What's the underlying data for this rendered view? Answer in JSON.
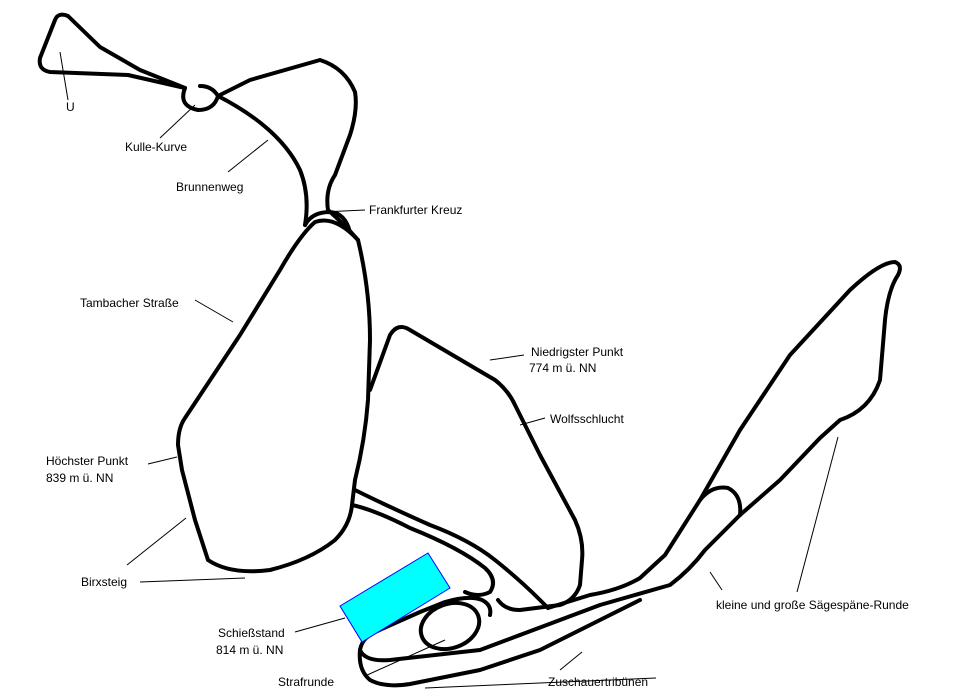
{
  "labels": {
    "u": "U",
    "kulle_kurve": "Kulle-Kurve",
    "brunnenweg": "Brunnenweg",
    "frankfurter_kreuz": "Frankfurter Kreuz",
    "tambacher_strasse": "Tambacher Straße",
    "niedrigster_punkt_title": "Niedrigster Punkt",
    "niedrigster_punkt_height": "774 m ü. NN",
    "wolfsschlucht": "Wolfsschlucht",
    "hoechster_punkt_title": "Höchster Punkt",
    "hoechster_punkt_height": "839 m ü. NN",
    "birxsteig": "Birxsteig",
    "saegespaene_runde": "kleine und große Sägespäne-Runde",
    "schiessstand_title": "Schießstand",
    "schiessstand_height": "814 m ü. NN",
    "strafrunde": "Strafrunde",
    "zuschauertribuenen": "Zuschauertribünen"
  },
  "colors": {
    "track": "#000000",
    "shooting_range": "#00ffff",
    "background": "#ffffff"
  }
}
